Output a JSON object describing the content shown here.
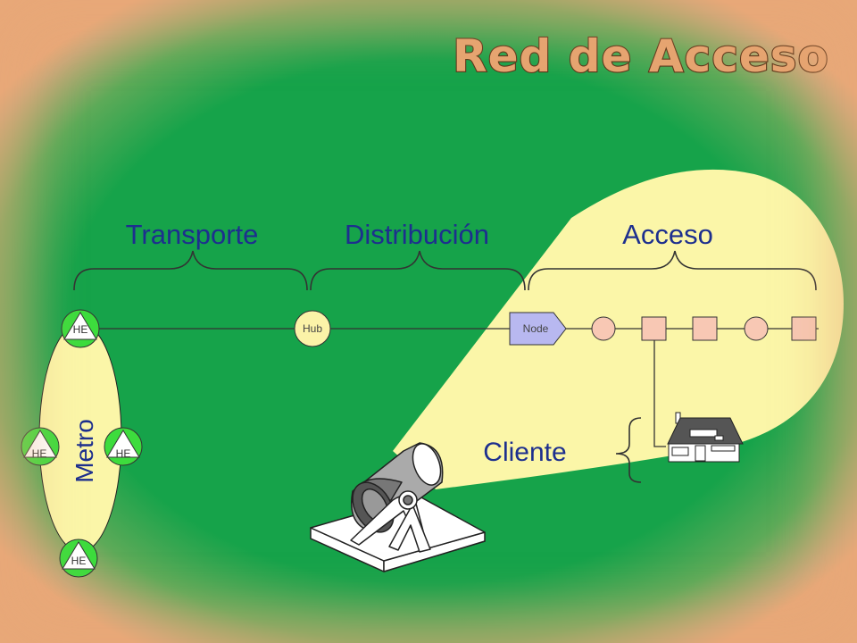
{
  "slide": {
    "title": "Red de Acceso",
    "segments": {
      "transport": "Transporte",
      "distribution": "Distribución",
      "access": "Acceso"
    },
    "nodes": {
      "he": "HE",
      "hub": "Hub",
      "node": "Node"
    },
    "metro": "Metro",
    "client": "Cliente"
  },
  "colors": {
    "background": "#16a34a",
    "frame": "#e8a878",
    "beam": "#fbf6a8",
    "label_blue": "#1d2f8e",
    "title_fill": "#e6a470",
    "he_green": "#3ddc3d",
    "hub_fill": "#fbf3a8",
    "node_fill": "#b8b8f0",
    "tap_fill": "#f8c8b4"
  }
}
